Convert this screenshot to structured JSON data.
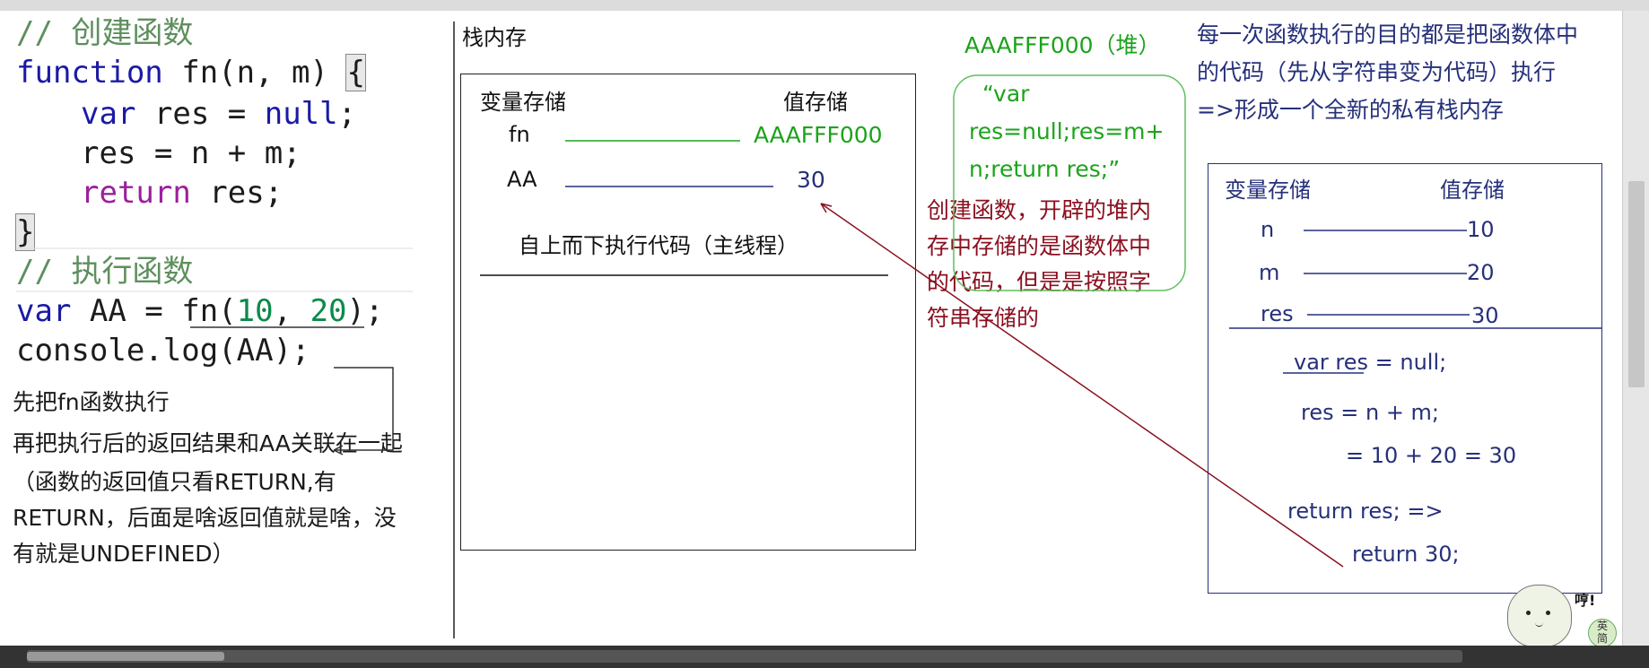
{
  "code": {
    "comment_create": "// 创建函数",
    "line_function": "function",
    "line_fn_sig": " fn(n, m) ",
    "brace_open": "{",
    "line_var": "var",
    "line_res_eq": " res = ",
    "line_null": "null",
    "line_semicolon": ";",
    "line_res_sum": "res = n + m;",
    "line_return": "return",
    "line_return_rest": " res;",
    "brace_close": "}",
    "comment_exec": "// 执行函数",
    "line_var2": "var",
    "line_aa": " AA = fn(",
    "arg1": "10",
    "comma": ", ",
    "arg2": "20",
    "line_aa_end": ");",
    "line_console": "console.log(AA);"
  },
  "left_notes": [
    "先把fn函数执行",
    "再把执行后的返回结果和AA关联在一起",
    "（函数的返回值只看RETURN,有",
    "RETURN，后面是啥返回值就是啥，没",
    "有就是UNDEFINED）"
  ],
  "stack": {
    "title": "栈内存",
    "col_var": "变量存储",
    "col_val": "值存储",
    "row1_name": "fn",
    "row1_value": "AAAFFF000",
    "row2_name": "AA",
    "row2_value": "30",
    "exec_text": "自上而下执行代码（主线程）"
  },
  "heap": {
    "address": "AAAFFF000（堆）",
    "content_line1": "“var",
    "content_line2": "res=null;res=m+",
    "content_line3": "n;return res;”",
    "note_line1": "创建函数，开辟的堆内",
    "note_line2": "存中存储的是函数体中",
    "note_line3": "的代码，但是是按照字",
    "note_line4": "符串存储的"
  },
  "right_note": [
    "每一次函数执行的目的都是把函数体中",
    "的代码（先从字符串变为代码）执行",
    "=>形成一个全新的私有栈内存"
  ],
  "private_stack": {
    "col_var": "变量存储",
    "col_val": "值存储",
    "rows": [
      {
        "name": "n",
        "value": "10"
      },
      {
        "name": "m",
        "value": "20"
      },
      {
        "name": "res",
        "value": "30"
      }
    ],
    "step1": "var res = null;",
    "step2": "res = n + m;",
    "step3": "= 10 + 20 = 30",
    "step4": "return res;  =>",
    "step5": "return 30;"
  },
  "sticker": {
    "bubble": "哼!",
    "badge1": "英",
    "badge2": "简"
  },
  "colors": {
    "green_value": "#1ca31c",
    "navy_value": "#26307a",
    "maroon_note": "#8b1020",
    "heap_border": "#5fbf5f"
  }
}
